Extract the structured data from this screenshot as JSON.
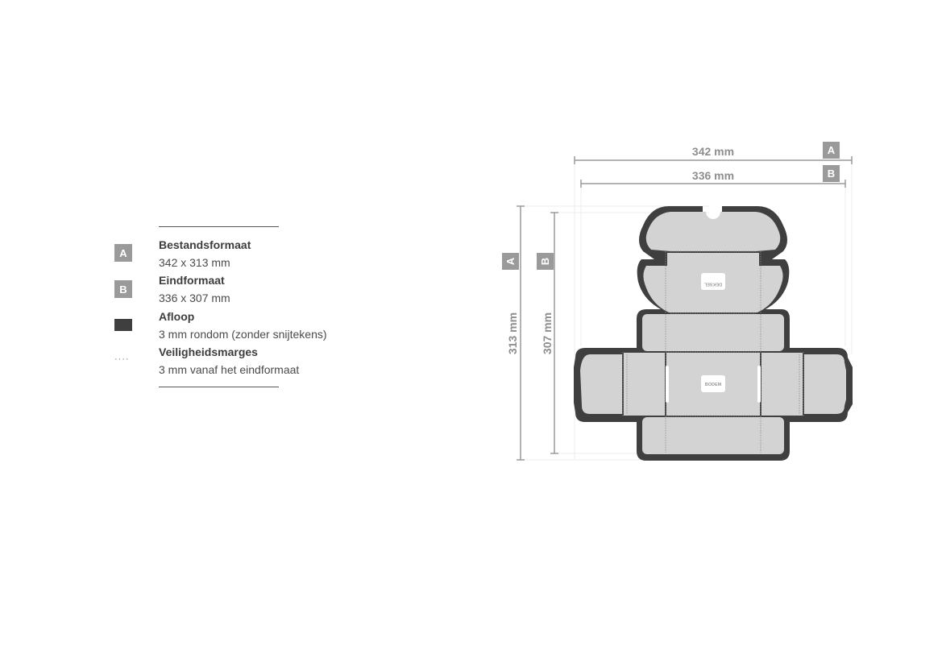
{
  "legend": {
    "items": [
      {
        "marker": "A",
        "title": "Bestandsformaat",
        "value": "342 x 313 mm"
      },
      {
        "marker": "B",
        "title": "Eindformaat",
        "value": "336 x 307 mm"
      },
      {
        "marker": "bleed-swatch",
        "title": "Afloop",
        "value": "3 mm rondom (zonder snijtekens)"
      },
      {
        "marker": "dotted-line",
        "title": "Veiligheidsmarges",
        "value": "3 mm vanaf het eindformaat"
      }
    ],
    "dots": "····"
  },
  "diagram": {
    "width_a": {
      "tag": "A",
      "label": "342 mm"
    },
    "width_b": {
      "tag": "B",
      "label": "336 mm"
    },
    "height_a": {
      "tag": "A",
      "label": "313 mm"
    },
    "height_b": {
      "tag": "B",
      "label": "307 mm"
    },
    "panels": {
      "lid": "DEKSEL",
      "bottom": "BODEM"
    },
    "colors": {
      "bleed": "#3f3f3f",
      "panel": "#d3d3d3",
      "dimension": "#9a9a9a"
    }
  }
}
